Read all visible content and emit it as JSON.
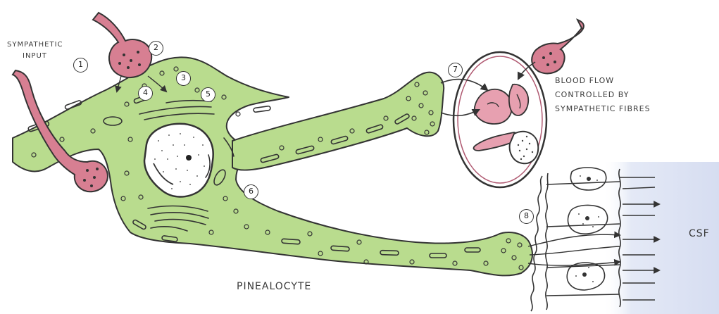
{
  "labels": {
    "sympathetic_input_line1": "SYMPATHETIC",
    "sympathetic_input_line2": "INPUT",
    "blood_flow_line1": "BLOOD FLOW",
    "blood_flow_line2": "CONTROLLED BY",
    "blood_flow_line3": "SYMPATHETIC FIBRES",
    "csf": "CSF",
    "pinealocyte": "PINEALOCYTE"
  },
  "steps": [
    "1",
    "2",
    "3",
    "4",
    "5",
    "6",
    "7",
    "8"
  ],
  "colors": {
    "cell_fill": "#b9dc8e",
    "axon_fill": "#d77f92",
    "outline": "#333333",
    "csf_tint": "#dbe3f4"
  }
}
